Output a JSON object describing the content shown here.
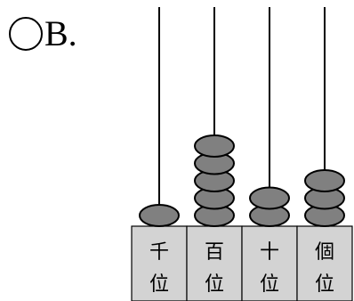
{
  "option": {
    "label": "B."
  },
  "abacus": {
    "bead_fill": "#808080",
    "bead_stroke": "#000000",
    "base_fill": "#d3d3d3",
    "places": [
      {
        "name": "千位",
        "line1": "千",
        "line2": "位",
        "beads": 1
      },
      {
        "name": "百位",
        "line1": "百",
        "line2": "位",
        "beads": 5
      },
      {
        "name": "十位",
        "line1": "十",
        "line2": "位",
        "beads": 2
      },
      {
        "name": "個位",
        "line1": "個",
        "line2": "位",
        "beads": 3
      }
    ]
  }
}
